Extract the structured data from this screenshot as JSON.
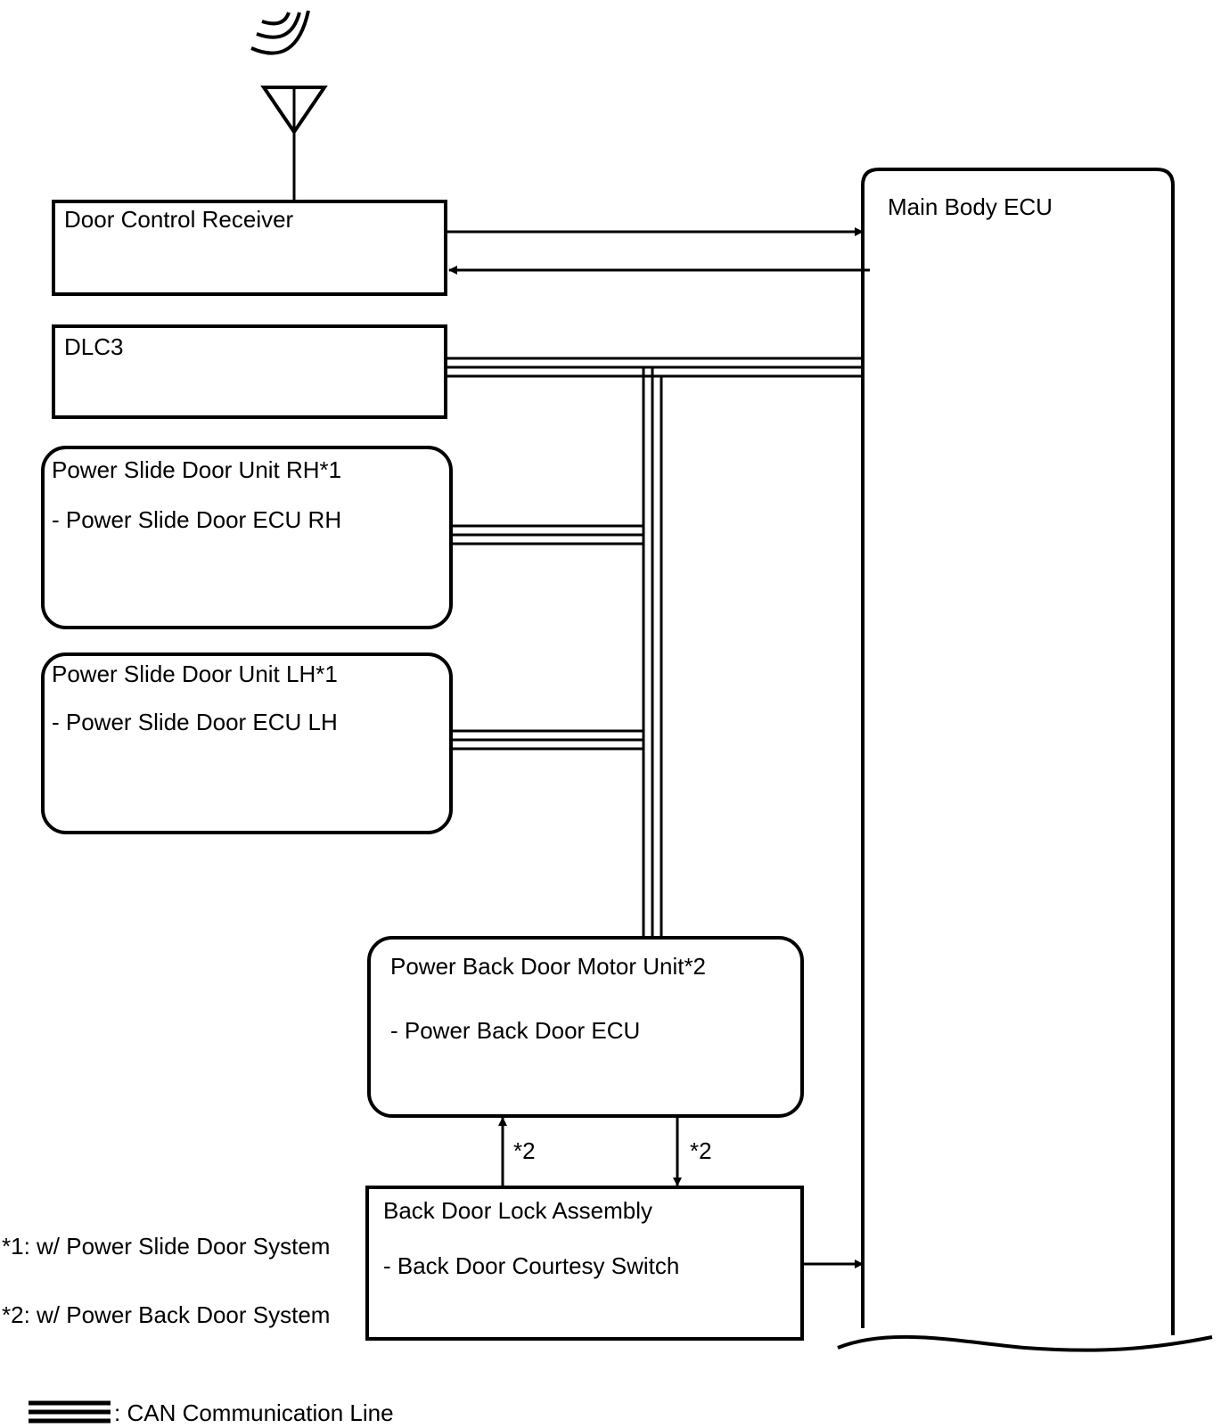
{
  "diagram": {
    "title": "",
    "components": {
      "door_control_receiver": "Door Control Receiver",
      "main_body_ecu": "Main Body ECU",
      "dlc3": "DLC3",
      "psd_rh": {
        "title": "Power Slide Door Unit RH*1",
        "sub": "- Power Slide Door ECU RH"
      },
      "psd_lh": {
        "title": "Power Slide Door Unit LH*1",
        "sub": "- Power Slide Door ECU LH"
      },
      "pbd_motor": {
        "title": "Power Back Door Motor Unit*2",
        "sub": "- Power Back Door ECU"
      },
      "back_door_lock": {
        "title": "Back Door Lock Assembly",
        "sub": "- Back Door Courtesy Switch"
      }
    },
    "arrow_marks": {
      "up": "*2",
      "down": "*2"
    },
    "notes": [
      "*1: w/ Power Slide Door System",
      "*2: w/ Power Back Door System"
    ],
    "legend": {
      "can_line": ": CAN Communication Line"
    },
    "icons": {
      "antenna": "antenna-icon",
      "signal": "radio-waves-icon"
    }
  }
}
